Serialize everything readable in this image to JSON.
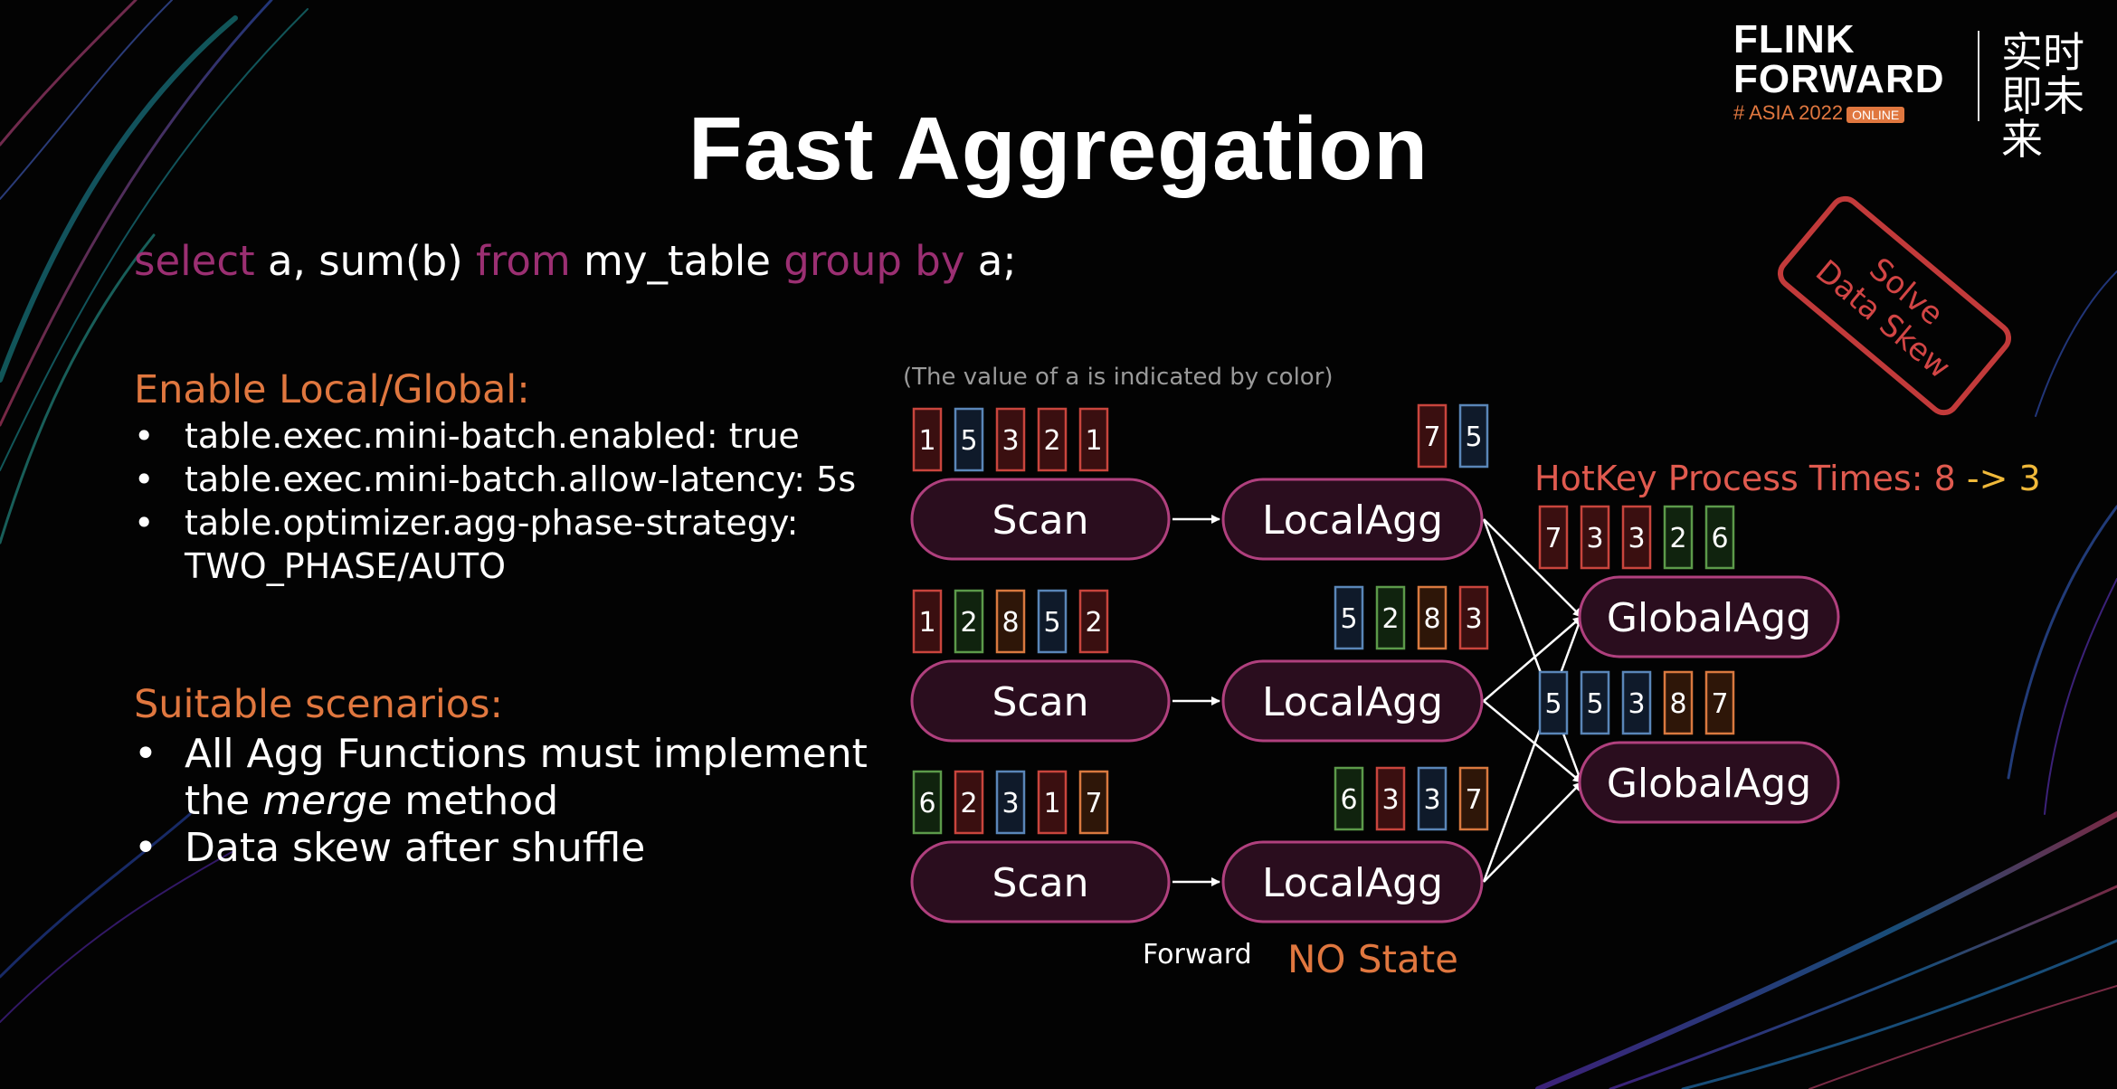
{
  "slide": {
    "title": "Fast Aggregation",
    "sql": {
      "kw_select": "select",
      "part1": " a, sum(b) ",
      "kw_from": "from",
      "part2": " my_table ",
      "kw_group": "group by",
      "part3": " a;"
    },
    "enable": {
      "heading": "Enable Local/Global:",
      "items": [
        "table.exec.mini-batch.enabled: true",
        "table.exec.mini-batch.allow-latency: 5s",
        "table.optimizer.agg-phase-strategy:",
        "TWO_PHASE/AUTO"
      ]
    },
    "suitable": {
      "heading": "Suitable scenarios:",
      "item1_line1": "All Agg Functions must implement",
      "item1_the": "the ",
      "item1_merge": "merge",
      "item1_method": " method",
      "item2": "Data skew after shuffle"
    },
    "logo": {
      "line1": "FLINK",
      "line2": "FORWARD",
      "line3": "# ASIA 2022",
      "badge": "ONLINE",
      "cn": "实时即未来"
    },
    "stamp": {
      "line1": "Solve",
      "line2": "Data Skew"
    },
    "hotkey": {
      "prefix": "HotKey Process Times: 8 ",
      "arrow_part": "-> 3"
    },
    "caption": "(The value of a is indicated by color)",
    "forward_label": "Forward",
    "nostate_label": "NO State"
  },
  "colors": {
    "red": "#c9453d",
    "blue": "#5a86b8",
    "green": "#5c9a4a",
    "orange": "#d9793f",
    "node_border": "#b0407e",
    "node_fill": "#2a0d1e"
  },
  "diagram": {
    "rows": [
      {
        "scan": "Scan",
        "local": "LocalAgg",
        "scan_items": [
          [
            "1",
            "red"
          ],
          [
            "5",
            "blue"
          ],
          [
            "3",
            "red"
          ],
          [
            "2",
            "red"
          ],
          [
            "1",
            "red"
          ]
        ],
        "local_items": [
          [
            "7",
            "red"
          ],
          [
            "5",
            "blue"
          ]
        ]
      },
      {
        "scan": "Scan",
        "local": "LocalAgg",
        "scan_items": [
          [
            "1",
            "red"
          ],
          [
            "2",
            "green"
          ],
          [
            "8",
            "orange"
          ],
          [
            "5",
            "blue"
          ],
          [
            "2",
            "red"
          ]
        ],
        "local_items": [
          [
            "5",
            "blue"
          ],
          [
            "2",
            "green"
          ],
          [
            "8",
            "orange"
          ],
          [
            "3",
            "red"
          ]
        ]
      },
      {
        "scan": "Scan",
        "local": "LocalAgg",
        "scan_items": [
          [
            "6",
            "green"
          ],
          [
            "2",
            "red"
          ],
          [
            "3",
            "blue"
          ],
          [
            "1",
            "red"
          ],
          [
            "7",
            "orange"
          ]
        ],
        "local_items": [
          [
            "6",
            "green"
          ],
          [
            "3",
            "red"
          ],
          [
            "3",
            "blue"
          ],
          [
            "7",
            "orange"
          ]
        ]
      }
    ],
    "globals": [
      {
        "label": "GlobalAgg",
        "items": [
          [
            "7",
            "red"
          ],
          [
            "3",
            "red"
          ],
          [
            "3",
            "red"
          ],
          [
            "2",
            "green"
          ],
          [
            "6",
            "green"
          ]
        ]
      },
      {
        "label": "GlobalAgg",
        "items": [
          [
            "5",
            "blue"
          ],
          [
            "5",
            "blue"
          ],
          [
            "3",
            "blue"
          ],
          [
            "8",
            "orange"
          ],
          [
            "7",
            "orange"
          ]
        ]
      }
    ]
  }
}
